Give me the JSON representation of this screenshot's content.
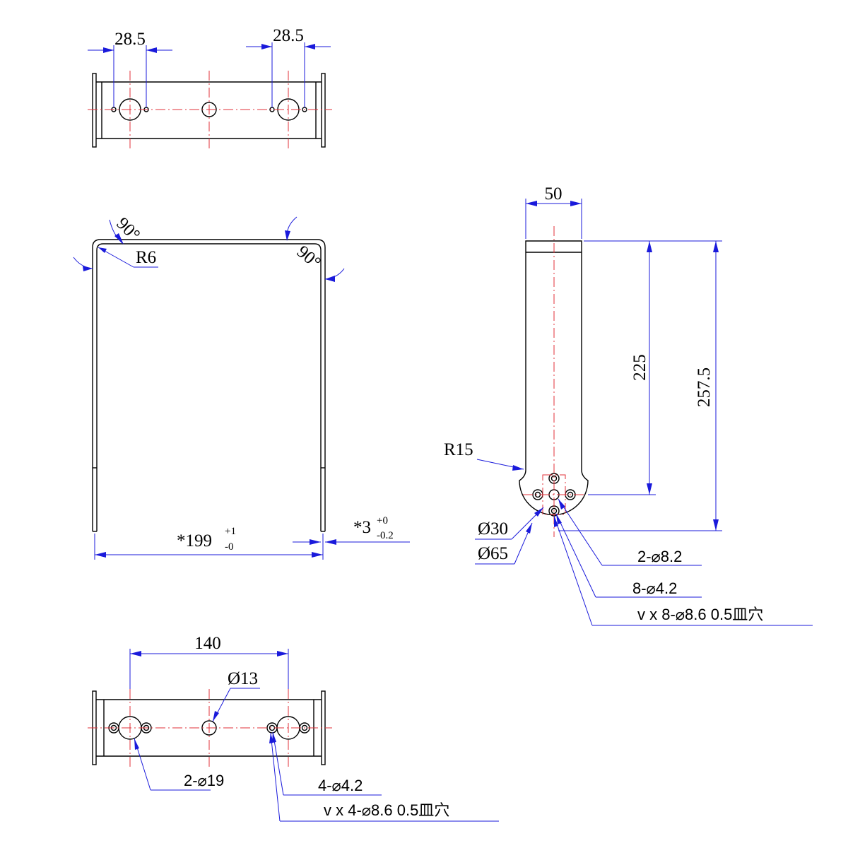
{
  "top_view": {
    "dim_left": "28.5",
    "dim_right": "28.5"
  },
  "front_view": {
    "angle_left": "90°",
    "angle_right": "90°",
    "radius": "R6",
    "width_main": "*199",
    "width_tol_upper": "+1",
    "width_tol_lower": "-0",
    "thickness_main": "*3",
    "thickness_tol_upper": "+0",
    "thickness_tol_lower": "-0.2"
  },
  "side_view": {
    "width": "50",
    "height_inner": "225",
    "height_outer": "257.5",
    "radius": "R15",
    "dia_small": "Ø30",
    "dia_large": "Ø65",
    "holes_1": "2-⌀8.2",
    "holes_2": "8-⌀4.2",
    "holes_3": "v x 8-⌀8.6 0.5皿穴"
  },
  "bottom_view": {
    "spacing": "140",
    "dia_center": "Ø13",
    "holes_1": "2-⌀19",
    "holes_2": "4-⌀4.2",
    "holes_3": "v x 4-⌀8.6 0.5皿穴"
  },
  "colors": {
    "outline": "#000000",
    "centerline": "#e0303a",
    "dimension": "#1a1adb"
  }
}
